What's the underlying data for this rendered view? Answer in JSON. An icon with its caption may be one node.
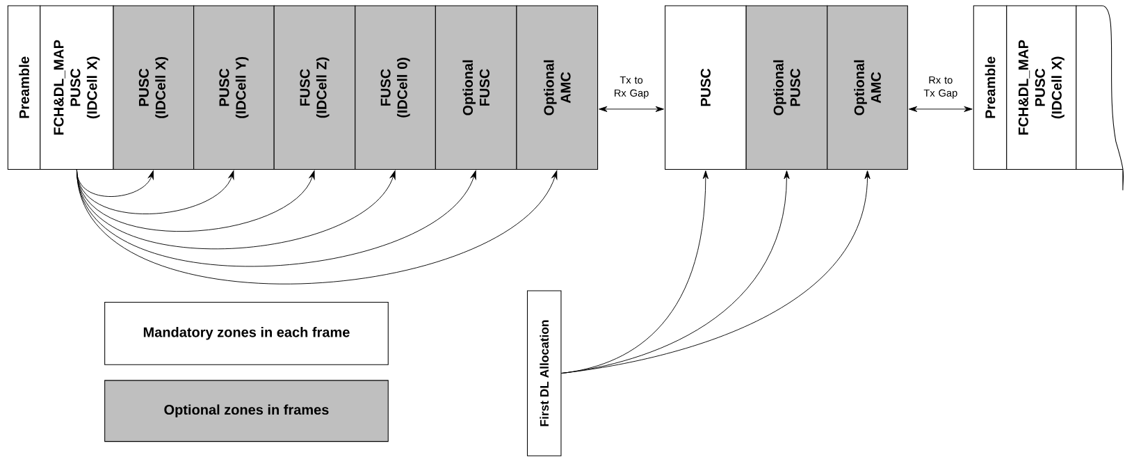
{
  "diagram": {
    "nodes": [
      {
        "text": [
          "Preamble"
        ]
      },
      {
        "text": [
          "FCH&DL_MAP PUSC (IDCell X)"
        ]
      },
      {
        "text": [
          "PUSC (IDCell X)"
        ]
      },
      {
        "text": [
          "PUSC (IDCell Y)"
        ]
      },
      {
        "text": [
          "FUSC (IDCell Z)"
        ]
      },
      {
        "text": [
          "FUSC (IDCell 0)"
        ]
      },
      {
        "text": [
          "Optional FUSC"
        ]
      },
      {
        "text": [
          "Optional AMC"
        ]
      },
      {
        "text": [
          "PUSC"
        ]
      },
      {
        "text": [
          "Optional PUSC"
        ]
      },
      {
        "text": [
          "Optional AMC"
        ]
      },
      {
        "text": [
          "Preamble"
        ]
      },
      {
        "text": [
          "FCH&DL_MAP PUSC (IDCell X)"
        ]
      },
      {
        "text": [],
        "shape": "box"
      },
      {
        "text": [
          "Mandatory zones in each frame"
        ]
      },
      {
        "text": [
          "Optional zones in frames"
        ]
      },
      {
        "text": [
          "First DL Allocation"
        ]
      }
    ],
    "edges": [
      {
        "from": 1,
        "to": 2,
        "arrow": "to"
      },
      {
        "from": 1,
        "to": 3,
        "arrow": "to"
      },
      {
        "from": 1,
        "to": 4,
        "arrow": "to"
      },
      {
        "from": 1,
        "to": 5,
        "arrow": "to"
      },
      {
        "from": 1,
        "to": 6,
        "arrow": "to"
      },
      {
        "from": 1,
        "to": 7,
        "arrow": "to"
      },
      {
        "from": 7,
        "to": 8,
        "arrow": "both",
        "label": "Tx to Rx Gap"
      },
      {
        "from": 16,
        "to": 8,
        "arrow": "to"
      },
      {
        "from": 16,
        "to": 9,
        "arrow": "to"
      },
      {
        "from": 16,
        "to": 10,
        "arrow": "to"
      },
      {
        "from": 10,
        "to": 11,
        "arrow": "both",
        "label": "Rx to Tx Gap"
      }
    ]
  }
}
